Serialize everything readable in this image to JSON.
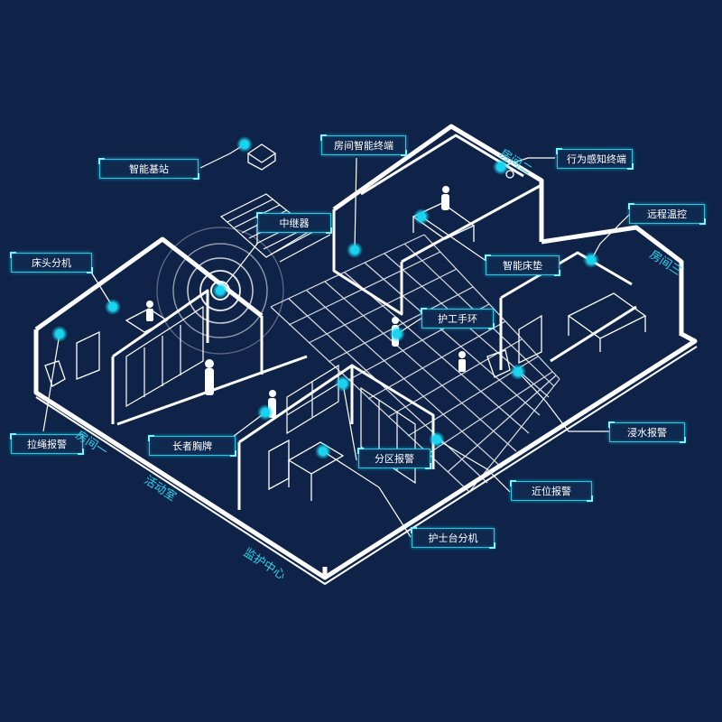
{
  "labels": {
    "base_station": "智能基站",
    "room_terminal": "房间智能终端",
    "behavior_terminal": "行为感知终端",
    "repeater": "中继器",
    "remote_temp": "远程温控",
    "bedside_extension": "床头分机",
    "smart_mattress": "智能床垫",
    "worker_bracelet": "护工手环",
    "pull_cord_alarm": "拉绳报警",
    "elder_badge": "长者胸牌",
    "water_alarm": "浸水报警",
    "zone_alarm": "分区报警",
    "proximity_alarm": "近位报警",
    "nurse_station_extension": "护士台分机"
  },
  "rooms": {
    "room_one": "房间一",
    "room_two": "房间二",
    "room_three": "房间三",
    "activity_room": "活动室",
    "monitor_center": "监护中心"
  },
  "colors": {
    "background": "#0f2348",
    "line": "#ffffff",
    "accent": "#22c8e6",
    "node": "#1ad3ef"
  }
}
